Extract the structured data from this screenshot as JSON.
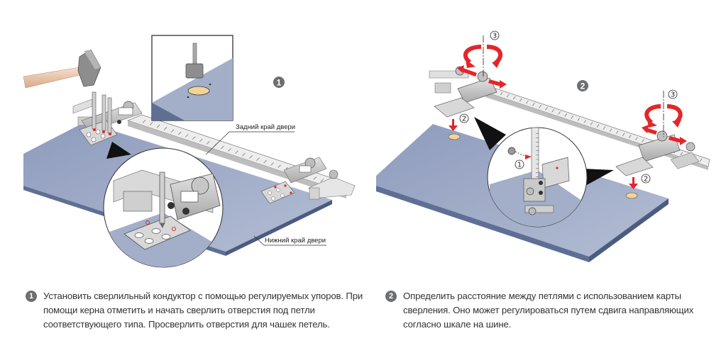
{
  "colors": {
    "board_top": "#a3aec9",
    "board_edge": "#5f6f94",
    "metal": "#c9c9c9",
    "metal_dark": "#8a8a8a",
    "rail": "#e6e6e6",
    "accent_red": "#e3262a",
    "badge": "#6d6e71",
    "cup_hole": "#f3d39a"
  },
  "panel_1": {
    "step_badge": "1",
    "labels": {
      "back_edge": "Задний край двери",
      "bottom_edge": "Нижний край двери"
    },
    "icons": [
      "hammer-icon",
      "center-punch-icon",
      "forstner-drill-bit-icon",
      "magnifier-callout"
    ]
  },
  "panel_2": {
    "step_badge": "2",
    "markers": {
      "stop_pin": "①",
      "drop_into_hole_left": "②",
      "drop_into_hole_right": "②",
      "tighten_screw_left": "③",
      "tighten_screw_right": "③"
    },
    "icons": [
      "rotate-arrow-icon",
      "slide-arrow-icon",
      "down-arrow-icon",
      "magnifier-callout"
    ]
  },
  "captions": [
    {
      "badge": "1",
      "text": "Установить сверлильный кондуктор с помощью регулируемых упоров. При помощи керна отметить и начать сверлить отверстия под петли соответствующего типа. Просверлить отверстия для чашек петель."
    },
    {
      "badge": "2",
      "text": "Определить расстояние между петлями с использованием карты сверления. Оно может регулироваться путем сдвига направляющих согласно шкале на шине."
    }
  ]
}
